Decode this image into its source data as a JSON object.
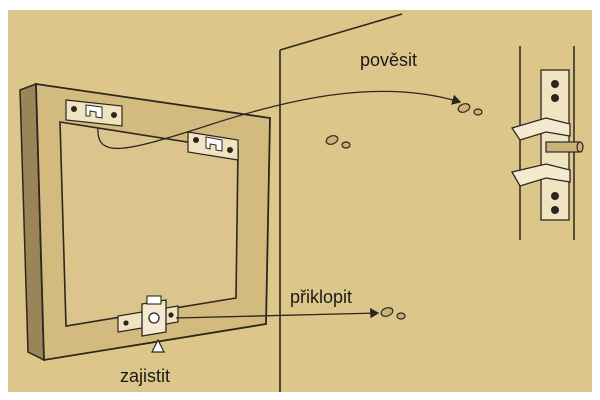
{
  "labels": {
    "hang": "pověsit",
    "fold": "přiklopit",
    "lock": "zajistit"
  },
  "colors": {
    "background": "#dcc68a",
    "line": "#2b2720",
    "frame_fill": "#d3bb7f",
    "frame_shadow": "#9a8458",
    "bracket_fill": "#efe3c0",
    "screw_fill": "#c9b27a"
  },
  "icons": [
    "wall-corner",
    "mirror-frame",
    "hang-bracket",
    "wall-screw",
    "lock-clip",
    "mounted-bracket",
    "arrow"
  ]
}
